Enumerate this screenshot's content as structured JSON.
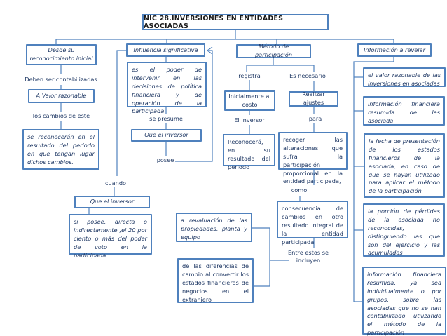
{
  "title": "NIC 28.INVERSIONES EN ENTIDADES ASOCIADAS",
  "colors": {
    "box_border": "#4f81bd",
    "connector_line": "#4f81bd",
    "text": "#1f3864",
    "title_text": "#1a1a1a",
    "background": "#ffffff"
  },
  "branches": {
    "inicial": {
      "root": "Desde su reconocimiento inicial",
      "label_contabilizadas": "Deben ser contabilizadas",
      "box_valor": "A Valor razonable",
      "label_cambios": "los cambios de este",
      "box_reconoceran": "se reconocerán en el resultado del periodo en que tengan lugar dichos cambios."
    },
    "influencia": {
      "root": "Influencia significativa",
      "box_definicion": "es el poder de intervenir en las decisiones de política financiera y de operación de la participada",
      "label_presume": "se presume",
      "box_inversor": "Que el inversor",
      "label_posee": "posee",
      "label_cuando": "cuando",
      "box_inversor2": "Que el inversor",
      "box_condicion": "si posee, directa o indirectamente ,el 20 por ciento o más del poder de voto en la participada."
    },
    "metodo": {
      "root": "Método de participación",
      "label_registra": "registra",
      "box_costo": "Inicialmente al costo",
      "label_inversor": "El inversor",
      "box_reconocera": "Reconocerá, en su resultado del periodo",
      "label_necesario": "Es necesario",
      "box_ajustes": "Realizar ajustes",
      "label_para": "para",
      "box_recoger": "recoger las alteraciones que sufra la participación proporcional en la entidad participada,",
      "label_como": "como",
      "box_consecuencia": "consecuencia de cambios en otro resultado integral de la entidad participada",
      "label_incluyen": "Entre estos se incluyen",
      "box_revaluacion": "a revaluación de las propiedades, planta y equipo",
      "box_diferencias": "de las diferencias de cambio al convertir los estados financieros de negocios en el extranjero"
    },
    "revelar": {
      "root": "Información a revelar",
      "items": [
        "el valor razonable de las inversiones en asociadas",
        "información financiera resumida de las asociada",
        "la fecha de presentación de los estados financieros de la asociada, en caso de que se hayan utilizado para aplicar el método de la participación",
        "la porción de pérdidas de la asociada no reconocidas, distinguiendo las que son del ejercicio y las acumuladas",
        "información financiera resumida, ya sea individualmente o por grupos, sobre las asociadas que no se han contabilizado utilizando el método de la participación"
      ]
    }
  }
}
